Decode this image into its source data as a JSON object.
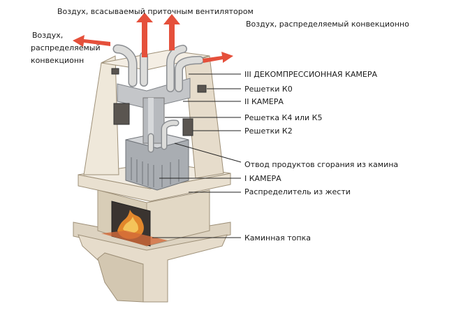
{
  "labels": {
    "top_center": "Воздух, всасываемый приточным вентилятором",
    "top_right": "Воздух, распределяемый конвекционно",
    "left_line1": "Воздух,",
    "left_line2": "распределяемый",
    "left_line3": "конвекционн",
    "decomp": "III ДЕКОМПРЕССИОННАЯ КАМЕРА",
    "k0": "Решетки К0",
    "chamber2": "II КАМЕРА",
    "k4k5": "Решетка К4 или К5",
    "k2": "Решетки К2",
    "exhaust": "Отвод продуктов сгорания из камина",
    "chamber1": "I КАМЕРА",
    "distributor": "Распределитель из жести",
    "firebox": "Каминная топка"
  },
  "colors": {
    "stone": "#e8dfcf",
    "stone_dark": "#cdbfa6",
    "stone_shadow": "#b8a88c",
    "metal": "#b9bcc0",
    "metal_dark": "#8d9196",
    "arrow": "#e5503b",
    "pipe": "#d9d9d6",
    "fire": "#e2872c",
    "line": "#222222"
  }
}
